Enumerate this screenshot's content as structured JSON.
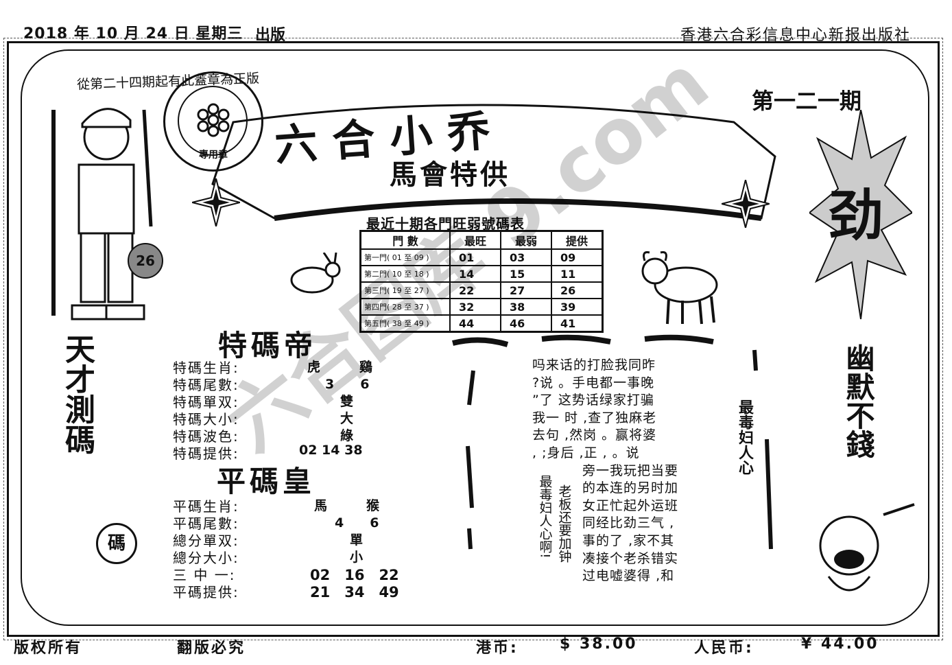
{
  "header": {
    "date": "2018 年 10 月 24 日 星期三",
    "published": "出版",
    "publisher": "香港六合彩信息中心新报出版社"
  },
  "notice": "從第二十四期起有此蓋章為正版",
  "seal_text": "專用章",
  "issue": "第一二一期",
  "banner": {
    "title": "六合小乔",
    "subtitle": "馬會特供"
  },
  "ball_number": "26",
  "table": {
    "title": "最近十期各門旺弱號碼表",
    "headers": [
      "門 數",
      "最旺",
      "最弱",
      "提供"
    ],
    "rows": [
      [
        "第一門( 01 至 09 )",
        "01",
        "03",
        "09"
      ],
      [
        "第二門( 10 至 18 )",
        "14",
        "15",
        "11"
      ],
      [
        "第三門( 19 至 27 )",
        "22",
        "27",
        "26"
      ],
      [
        "第四門( 28 至 37 )",
        "32",
        "38",
        "39"
      ],
      [
        "第五門( 38 至 49 )",
        "44",
        "46",
        "41"
      ]
    ]
  },
  "te_ma": {
    "title": "特碼帝",
    "rows": [
      {
        "label": "特碼生肖:",
        "value": "虎　　　鷄"
      },
      {
        "label": "特碼尾數:",
        "value": "3　　6"
      },
      {
        "label": "特碼單双:",
        "value": "雙"
      },
      {
        "label": "特碼大小:",
        "value": "大"
      },
      {
        "label": "特碼波色:",
        "value": "綠"
      },
      {
        "label": "特碼提供:",
        "value": "02 14 38"
      }
    ]
  },
  "ping_ma": {
    "title": "平碼皇",
    "rows": [
      {
        "label": "平碼生肖:",
        "value": "馬　　　猴"
      },
      {
        "label": "平碼尾數:",
        "value": "4　　6"
      },
      {
        "label": "總分單双:",
        "value": "單"
      },
      {
        "label": "總分大小:",
        "value": "小"
      },
      {
        "label": "三 中 一:",
        "value": "02　16　22"
      },
      {
        "label": "平碼提供:",
        "value": "21　34　49"
      }
    ]
  },
  "left_vertical": "天才測碼",
  "ma_badge": "碼",
  "right_vertical": "幽默不錢",
  "jin": "劲",
  "poem_lines": [
    "吗来话的打脸我同昨",
    "?说 。手电都一事晚",
    "”了 这势话绿家打骗",
    "我一 时 ,查了独麻老",
    "去句 ,然岗 。赢将婆",
    ", ;身后 ,正 , 。说",
    "　 旁一我玩把当要",
    "　 的本连的另时加",
    "　 女正忙起外运班",
    "　 同经比劲三气 ,",
    "　 事的了 ,家不其",
    "　 凑接个老杀错实",
    "　 过电嘘婆得 ,和"
  ],
  "poem_vert1": "最毒妇人心啊!",
  "poem_vert2": "老板还要加钟",
  "side_vertical": "最毒妇人心",
  "footer": {
    "rights": "版权所有",
    "piracy": "翻版必究",
    "hkd_label": "港币:",
    "hkd_price": "$ 38.00",
    "rmb_label": "人民币:",
    "rmb_price": "¥ 44.00"
  },
  "watermark": "六合图库 9.com"
}
